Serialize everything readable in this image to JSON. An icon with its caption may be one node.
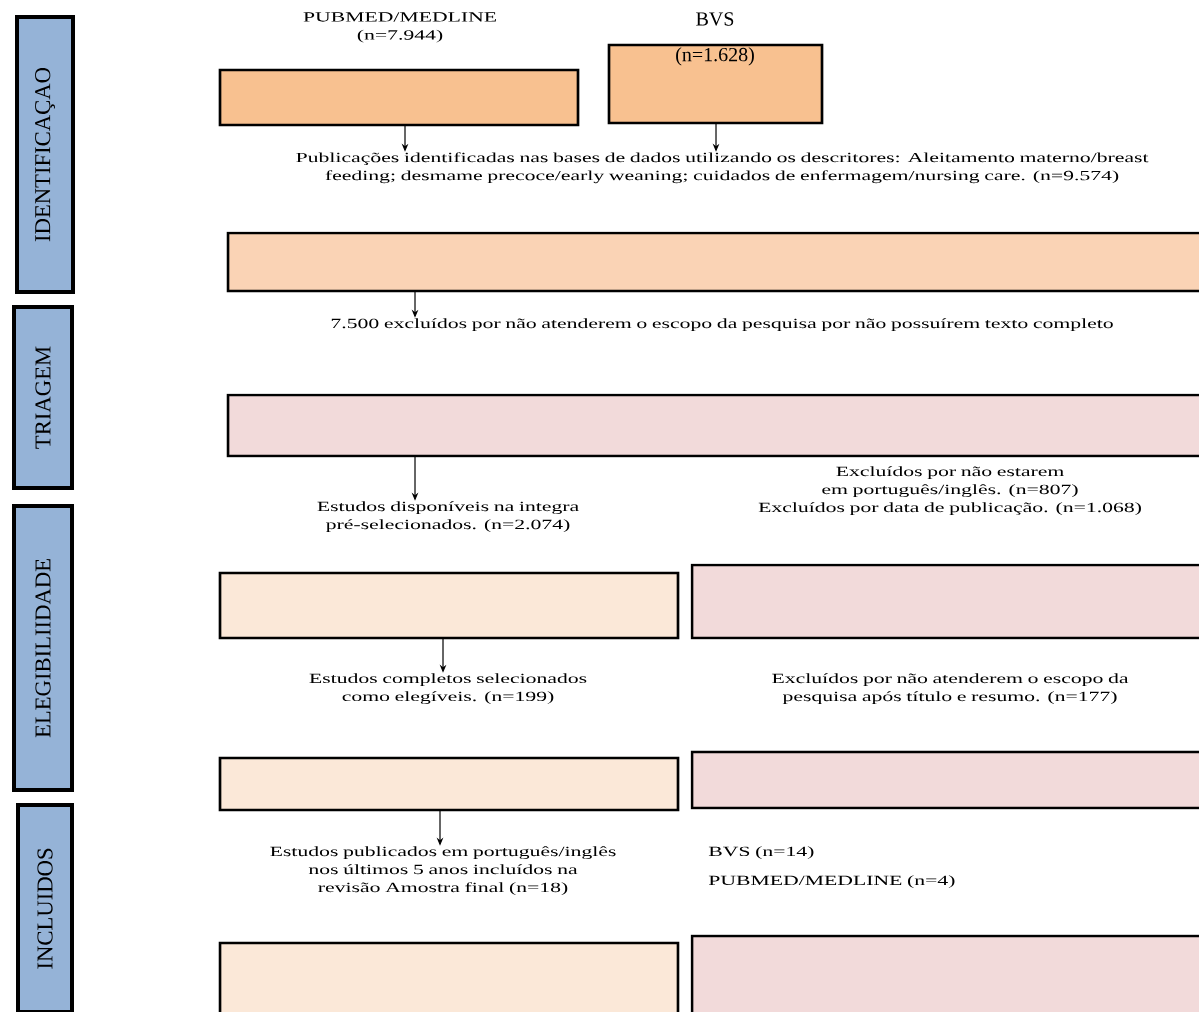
{
  "diagram": {
    "nodes": [
      {
        "text": [
          "IDENTIFICAÇAO"
        ]
      },
      {
        "text": [
          "TRIAGEM"
        ]
      },
      {
        "text": [
          "ELEGIBILIIDADE"
        ]
      },
      {
        "text": [
          "INCLUIDOS"
        ]
      },
      {
        "text": [
          "PUBMED/MEDLINE (n=7.944)"
        ]
      },
      {
        "text": [
          "BVS",
          "(n=1.628)"
        ]
      },
      {
        "text": [
          "Publicações identificadas nas bases de dados utilizando os descritores: Aleitamento materno/breast feeding; desmame precoce/early weaning; cuidados de enfermagem/nursing care. (n=9.574)"
        ]
      },
      {
        "text": [],
        "shape": "box"
      },
      {
        "text": [
          "7.500 excluídos por não atenderem o escopo da pesquisa por não possuírem texto completo"
        ]
      },
      {
        "text": [],
        "shape": "box"
      },
      {
        "text": [
          "Estudos disponíveis na integra pré-selecionados. (n=2.074)"
        ]
      },
      {
        "text": [
          "Excluídos por não estarem em português/inglês. (n=807)",
          "Excluídos por data de publicação. (n=1.068)"
        ]
      },
      {
        "text": [],
        "shape": "box"
      },
      {
        "text": [],
        "shape": "box"
      },
      {
        "text": [
          "Estudos completos selecionados como elegíveis. (n=199)"
        ]
      },
      {
        "text": [
          "Excluídos por não atenderem o escopo da pesquisa após título e resumo. (n=177)"
        ]
      },
      {
        "text": [],
        "shape": "box"
      },
      {
        "text": [],
        "shape": "box"
      },
      {
        "text": [
          "Estudos publicados em português/inglês nos últimos 5 anos incluídos na revisão Amostra final (n=18)"
        ]
      },
      {
        "text": [
          "BVS (n=14)",
          "PUBMED/MEDLINE (n=4)"
        ]
      },
      {
        "text": [],
        "shape": "box"
      },
      {
        "text": [],
        "shape": "box"
      }
    ],
    "edges": [
      {
        "from": 4,
        "to": 6,
        "arrow": "to"
      },
      {
        "from": 5,
        "to": 6,
        "arrow": "to"
      },
      {
        "from": 7,
        "to": 8,
        "arrow": "to"
      },
      {
        "from": 9,
        "to": 10,
        "arrow": "to"
      },
      {
        "from": 12,
        "to": 14,
        "arrow": "to"
      },
      {
        "from": 16,
        "to": 18,
        "arrow": "to"
      }
    ]
  }
}
